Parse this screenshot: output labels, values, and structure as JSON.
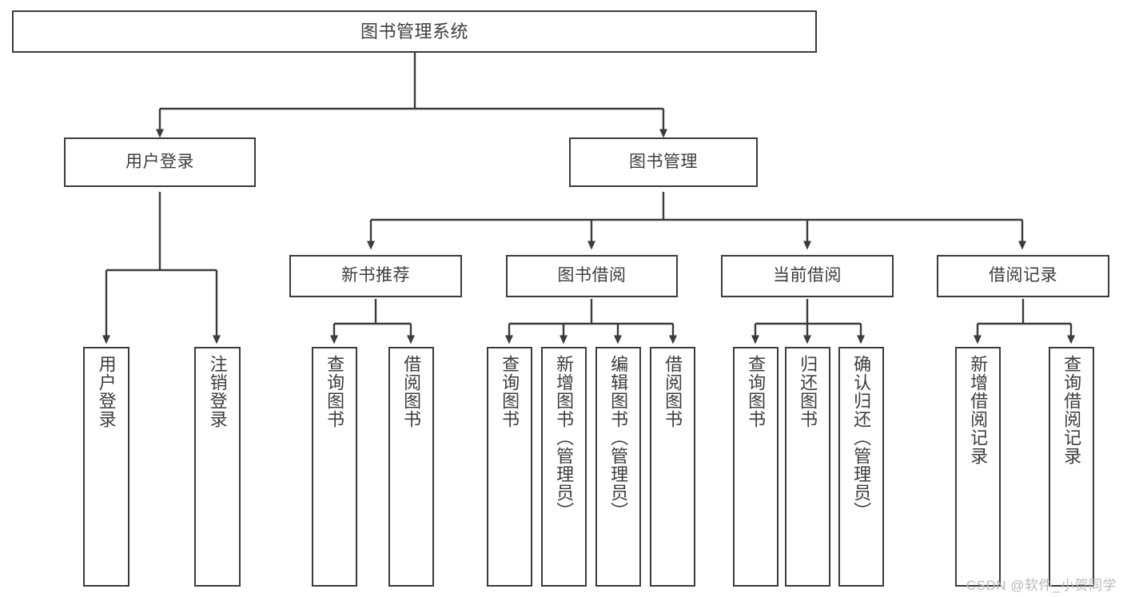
{
  "diagram": {
    "type": "tree",
    "title": "图书管理系统",
    "watermark": "CSDN @软件_小贺同学",
    "colors": {
      "stroke": "#3b3b3b",
      "fill": "#ffffff",
      "text": "#3d3d3d",
      "watermark": "#b9b9b9"
    },
    "root": {
      "label": "图书管理系统"
    },
    "level1": [
      {
        "id": "user-login",
        "label": "用户登录"
      },
      {
        "id": "book-manage",
        "label": "图书管理"
      }
    ],
    "level2": [
      {
        "id": "new-book-rec",
        "label": "新书推荐"
      },
      {
        "id": "book-borrow",
        "label": "图书借阅"
      },
      {
        "id": "current-borrow",
        "label": "当前借阅"
      },
      {
        "id": "borrow-record",
        "label": "借阅记录"
      }
    ],
    "leaves": {
      "user_login": [
        {
          "id": "leaf-user-login",
          "label": "用户登录"
        },
        {
          "id": "leaf-logout",
          "label": "注销登录"
        }
      ],
      "new_book_rec": [
        {
          "id": "leaf-query-book-1",
          "label": "查询图书"
        },
        {
          "id": "leaf-borrow-book-1",
          "label": "借阅图书"
        }
      ],
      "book_borrow": [
        {
          "id": "leaf-query-book-2",
          "label": "查询图书"
        },
        {
          "id": "leaf-add-book",
          "label": "新增图书（管理员）"
        },
        {
          "id": "leaf-edit-book",
          "label": "编辑图书（管理员）"
        },
        {
          "id": "leaf-borrow-book-2",
          "label": "借阅图书"
        }
      ],
      "current_borrow": [
        {
          "id": "leaf-query-book-3",
          "label": "查询图书"
        },
        {
          "id": "leaf-return-book",
          "label": "归还图书"
        },
        {
          "id": "leaf-confirm-return",
          "label": "确认归还（管理员）"
        }
      ],
      "borrow_record": [
        {
          "id": "leaf-add-record",
          "label": "新增借阅记录"
        },
        {
          "id": "leaf-query-record",
          "label": "查询借阅记录"
        }
      ]
    }
  }
}
